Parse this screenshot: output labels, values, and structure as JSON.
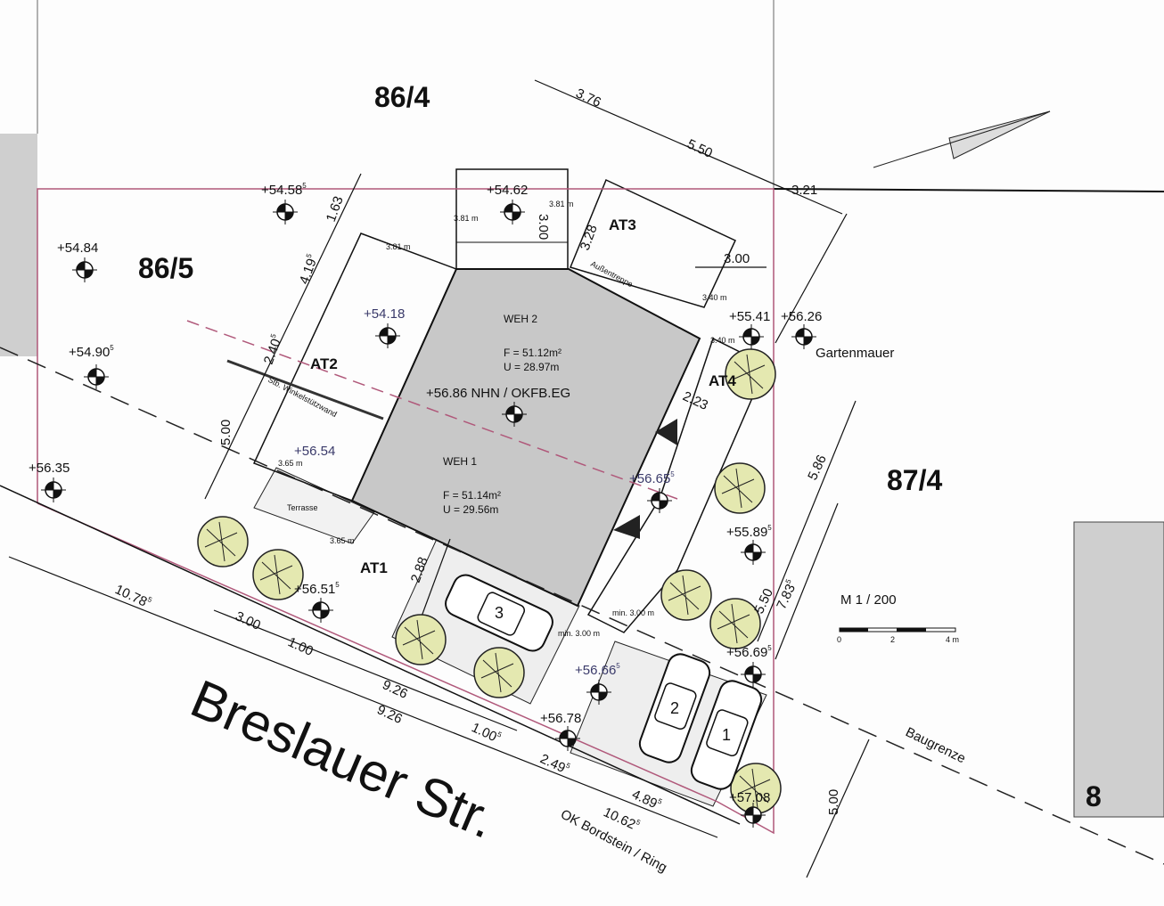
{
  "parcels": [
    "86/4",
    "86/5",
    "87/4",
    "8"
  ],
  "street": "Breslauer Str.",
  "scale": {
    "label": "M 1 / 200",
    "ticks": [
      "0",
      "2",
      "4 m"
    ]
  },
  "notes": {
    "baugrenze": "Baugrenze",
    "gartenmauer": "Gartenmauer",
    "bordstein": "OK Bordstein / Ring",
    "terrasse": "Terrasse",
    "aussentreppe": "Außentreppe",
    "wall": "Stb. Winkelstützwand",
    "okfb": "+56.86 NHN / OKFB.EG"
  },
  "zones": [
    "AT1",
    "AT2",
    "AT3",
    "AT4"
  ],
  "units": [
    {
      "name": "WEH 2",
      "area": "F = 51.12m²",
      "perimeter": "U = 28.97m"
    },
    {
      "name": "WEH 1",
      "area": "F = 51.14m²",
      "perimeter": "U = 29.56m"
    }
  ],
  "cars": [
    "1",
    "2",
    "3"
  ],
  "elevations": [
    {
      "value": "+54.58",
      "sup": "5"
    },
    {
      "value": "+54.62",
      "sup": ""
    },
    {
      "value": "+54.84",
      "sup": ""
    },
    {
      "value": "+54.90",
      "sup": "5"
    },
    {
      "value": "+54.18",
      "sup": ""
    },
    {
      "value": "+56.35",
      "sup": ""
    },
    {
      "value": "+56.54",
      "sup": ""
    },
    {
      "value": "+56.65",
      "sup": "5"
    },
    {
      "value": "+55.41",
      "sup": ""
    },
    {
      "value": "+56.26",
      "sup": ""
    },
    {
      "value": "+55.89",
      "sup": "5"
    },
    {
      "value": "+56.51",
      "sup": "5"
    },
    {
      "value": "+56.66",
      "sup": "5"
    },
    {
      "value": "+56.78",
      "sup": ""
    },
    {
      "value": "+56.69",
      "sup": "5"
    },
    {
      "value": "+57.08",
      "sup": ""
    }
  ],
  "dimensions": [
    {
      "value": "3.76",
      "sup": ""
    },
    {
      "value": "5.50",
      "sup": ""
    },
    {
      "value": "3.21",
      "sup": ""
    },
    {
      "value": "1.63",
      "sup": ""
    },
    {
      "value": "4.19",
      "sup": "5"
    },
    {
      "value": "2.40",
      "sup": "5"
    },
    {
      "value": "5.00",
      "sup": ""
    },
    {
      "value": "3.00",
      "sup": ""
    },
    {
      "value": "3.28",
      "sup": ""
    },
    {
      "value": "3.00",
      "sup": ""
    },
    {
      "value": "2.23",
      "sup": ""
    },
    {
      "value": "5.86",
      "sup": ""
    },
    {
      "value": "7.83",
      "sup": "5"
    },
    {
      "value": "5.50",
      "sup": ""
    },
    {
      "value": "2.88",
      "sup": ""
    },
    {
      "value": "10.78",
      "sup": "5"
    },
    {
      "value": "3.00",
      "sup": ""
    },
    {
      "value": "1.00",
      "sup": ""
    },
    {
      "value": "9.26",
      "sup": ""
    },
    {
      "value": "9.26",
      "sup": ""
    },
    {
      "value": "1.00",
      "sup": "5"
    },
    {
      "value": "2.49",
      "sup": "5"
    },
    {
      "value": "4.89",
      "sup": "5"
    },
    {
      "value": "10.62",
      "sup": "5"
    },
    {
      "value": "5.00",
      "sup": ""
    }
  ],
  "small_dims": [
    "3.81 m",
    "3.81 m",
    "3.81 m",
    "3.40 m",
    "3.40 m",
    "3.65 m",
    "3.65 m",
    "min. 3.00 m",
    "min. 3.00 m"
  ],
  "colors": {
    "property_line": "#b0587a",
    "building": "#c8c8c8",
    "tree": "#e4e8b0",
    "paving": "#ececec"
  }
}
